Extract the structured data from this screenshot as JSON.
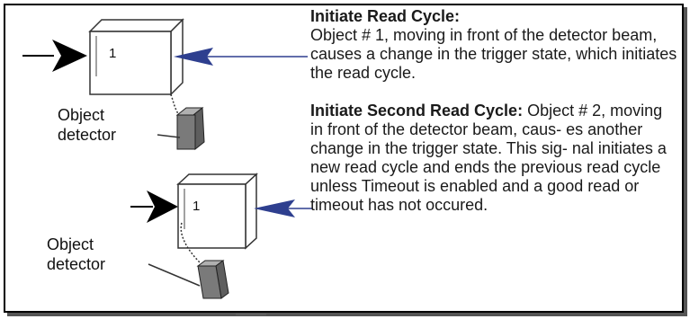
{
  "panel1": {
    "box_label": "1",
    "detector_label_line1": "Object",
    "detector_label_line2": "detector"
  },
  "panel2": {
    "box_label": "1",
    "detector_label_line1": "Object",
    "detector_label_line2": "detector"
  },
  "text": {
    "heading1": "Initiate Read Cycle:",
    "body1": "Object # 1, moving in front of the detector beam, causes a change in the trigger state, which initiates the read cycle.",
    "heading2": "Initiate Second Read Cycle:",
    "body2": "Object # 2, moving in front of the detector beam, caus- es another change in the trigger state. This sig- nal initiates a new read cycle and ends the previous read cycle unless Timeout is enabled and a good read or timeout has not occured."
  },
  "colors": {
    "pointer_arrow": "#2e3f8f",
    "travel_arrow": "#000000",
    "detector_fill": "#7a7a7a"
  }
}
